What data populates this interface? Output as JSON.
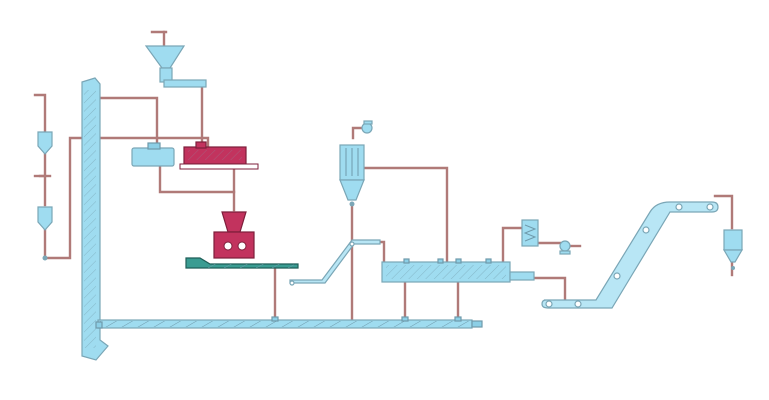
{
  "diagram": {
    "kind": "process-flow-schematic",
    "colors": {
      "background": "#ffffff",
      "pipe": "#b07a78",
      "equipment": "#9fdcf0",
      "equipment_outline": "#7aa6b6",
      "highlight_equipment": "#c2335e",
      "base_plate": "#3a9c92"
    },
    "elements": [
      "bucket-elevator",
      "small-feed-silo-top",
      "small-feed-silo-bottom",
      "feed-hopper",
      "screw-feeder",
      "weigh-feeder",
      "horizontal-mixer",
      "grinder",
      "base-plate-conveyor",
      "incline-conveyor-short",
      "bag-filter",
      "cyclone-fan",
      "dryer-tank",
      "heat-exchanger",
      "small-pump",
      "incline-conveyor-long",
      "product-hopper",
      "bottom-screw-conveyor"
    ]
  }
}
